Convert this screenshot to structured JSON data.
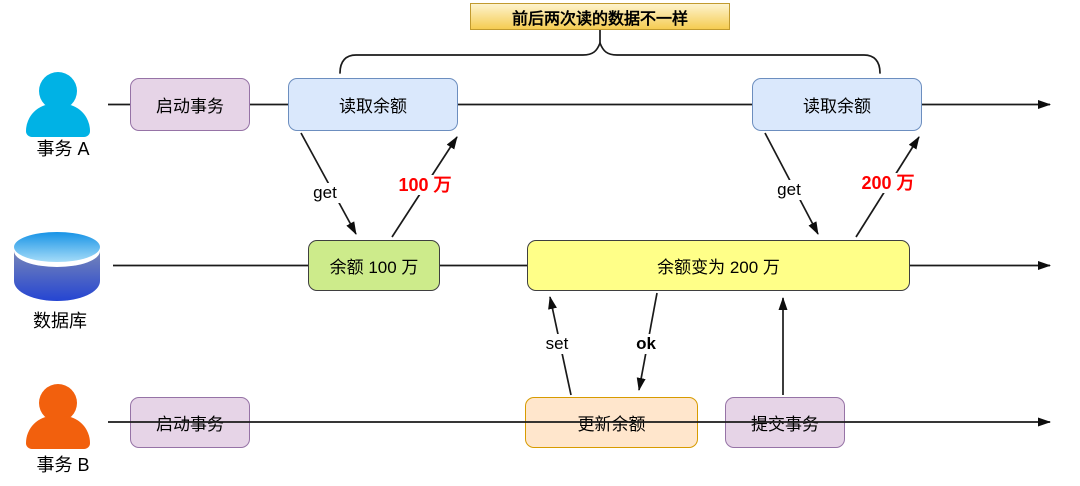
{
  "annotation": {
    "label": "前后两次读的数据不一样"
  },
  "lanes": {
    "a": {
      "actor": "事务 A",
      "start": "启动事务",
      "read1": "读取余额",
      "read2": "读取余额"
    },
    "db": {
      "actor": "数据库",
      "bal1": "余额 100 万",
      "bal2": "余额变为 200 万"
    },
    "b": {
      "actor": "事务 B",
      "start": "启动事务",
      "update": "更新余额",
      "commit": "提交事务"
    }
  },
  "arrows": {
    "get_left": "get",
    "result_left": "100 万",
    "get_right": "get",
    "result_right": "200 万",
    "set": "set",
    "ok": "ok"
  },
  "colors": {
    "person_a": "#00B2E5",
    "person_b": "#F2600D",
    "box_purple_fill": "#E6D4E7",
    "box_purple_border": "#9673A6",
    "box_blue_fill": "#DAE8FC",
    "box_blue_border": "#6C8EBF",
    "box_green_fill": "#CDEB8B",
    "box_yellow_fill": "#FFFF88",
    "box_orange_fill": "#FFE6CC",
    "box_orange_border": "#D79B00",
    "annotation_fill": "#F5CC52",
    "annotation_border": "#C19A2E",
    "result_text_color": "#FF0000"
  }
}
